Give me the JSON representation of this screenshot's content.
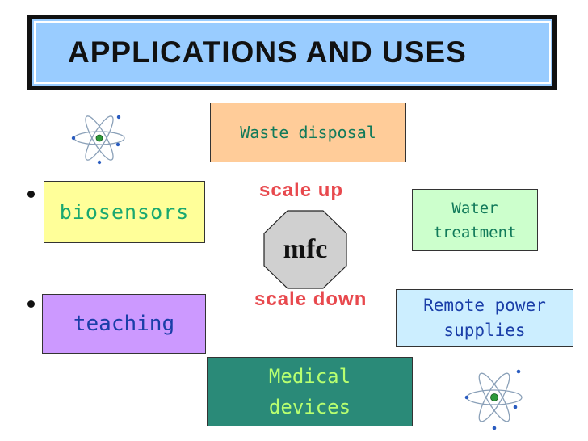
{
  "title": "APPLICATIONS AND USES",
  "center": {
    "label": "mfc",
    "scale_up": "scale up",
    "scale_down": "scale down"
  },
  "boxes": {
    "waste": "Waste disposal",
    "biosensors": "biosensors",
    "water": [
      "Water",
      "treatment"
    ],
    "teaching": "teaching",
    "remote": [
      "Remote power",
      "supplies"
    ],
    "medical": [
      "Medical",
      "devices"
    ]
  },
  "colors": {
    "title_bg": "#99ccff",
    "waste_bg": "#ffcc99",
    "biosensors_bg": "#ffff99",
    "water_bg": "#ccffcc",
    "teaching_bg": "#cc99ff",
    "remote_bg": "#cceeff",
    "medical_bg": "#2a8a78",
    "scale_text": "#e8494e",
    "octagon_fill": "#d0d0d0"
  },
  "icons": [
    "atom-icon",
    "octagon-shape",
    "bullet-dot"
  ]
}
